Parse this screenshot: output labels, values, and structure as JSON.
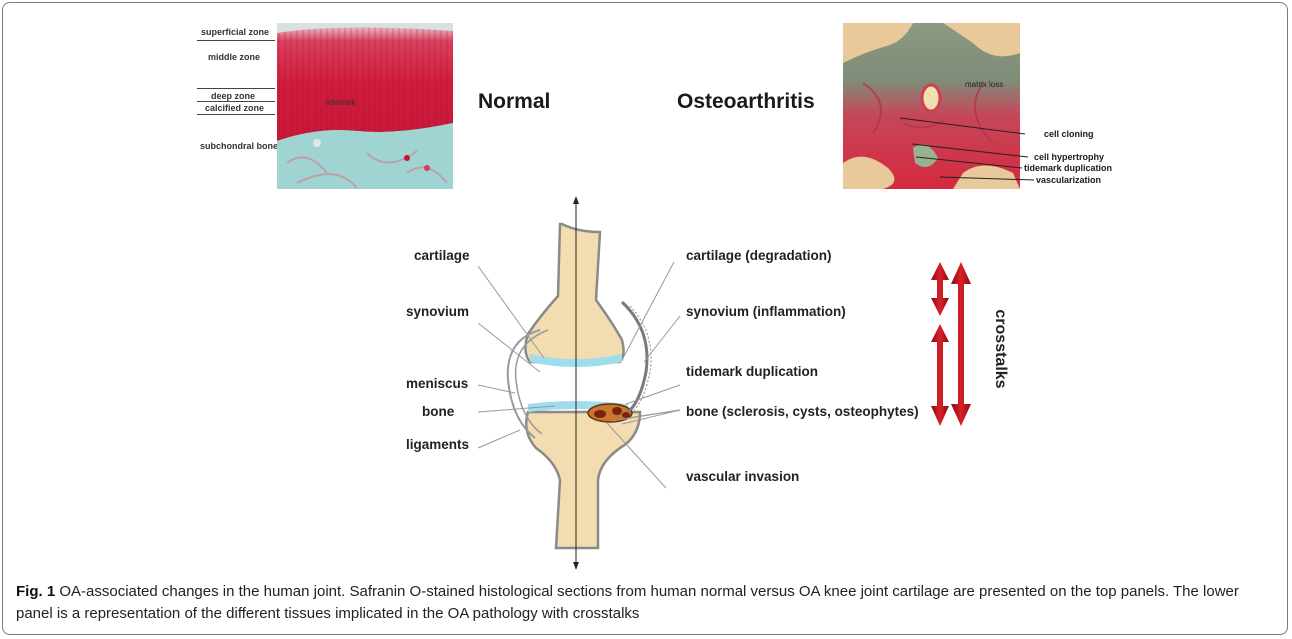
{
  "normal_panel": {
    "title": "Normal",
    "zones": [
      "superficial zone",
      "middle zone",
      "deep zone",
      "calcified zone",
      "subchondral bone"
    ],
    "tidemark_label": "tidemark"
  },
  "oa_panel": {
    "title": "Osteoarthritis",
    "matrix_label": "matrix loss",
    "annotations": [
      "cell cloning",
      "cell hypertrophy",
      "tidemark duplication",
      "vascularization"
    ]
  },
  "joint": {
    "left_labels": [
      "cartilage",
      "synovium",
      "meniscus",
      "bone",
      "ligaments"
    ],
    "right_labels": [
      "cartilage (degradation)",
      "synovium (inflammation)",
      "tidemark duplication",
      "bone (sclerosis, cysts, osteophytes)",
      "vascular invasion"
    ]
  },
  "crosstalks_label": "crosstalks",
  "colors": {
    "bone_fill": "#f3dcb0",
    "cartilage": "#9fdcec",
    "safranin_red": "#d31f3c",
    "arrow_red": "#c0141c"
  },
  "caption": {
    "prefix": "Fig. 1",
    "text": " OA-associated changes in the human joint. Safranin O-stained histological sections from human normal versus OA knee joint cartilage are presented on the top panels. The lower panel is a representation of the different tissues implicated in the OA pathology with crosstalks"
  }
}
